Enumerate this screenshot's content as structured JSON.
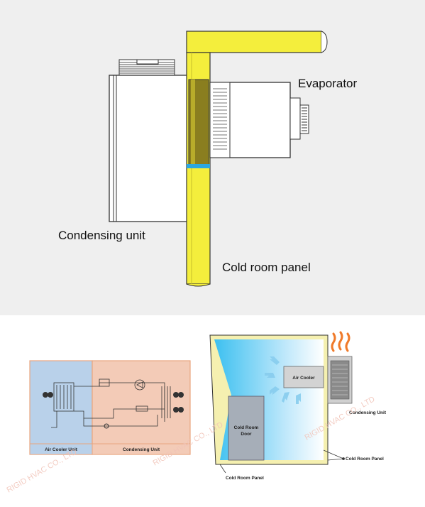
{
  "top_diagram": {
    "labels": {
      "evaporator": "Evaporator",
      "condensing_unit": "Condensing unit",
      "cold_room_panel": "Cold room panel"
    }
  },
  "schematic": {
    "left_box_label": "Air Cooler Unit",
    "right_box_label": "Condensing Unit",
    "colors": {
      "left_box": "#b9d1ea",
      "right_box": "#f3cbb7",
      "border": "#e8a57f"
    }
  },
  "room": {
    "air_cooler": "Air Cooler",
    "door_line1": "Cold Room",
    "door_line2": "Door",
    "condensing_unit": "Condensing Unit",
    "panel_right": "Cold Room Panel",
    "panel_bottom": "Cold Room Panel",
    "colors": {
      "cold": "#2bb0ea",
      "panel": "#f5f0b0"
    }
  },
  "watermarks": {
    "left": "RIGID HVAC CO., LTD",
    "middle": "RIGID HVAC CO., LTD",
    "right": "RIGID HVAC CO., LTD"
  }
}
